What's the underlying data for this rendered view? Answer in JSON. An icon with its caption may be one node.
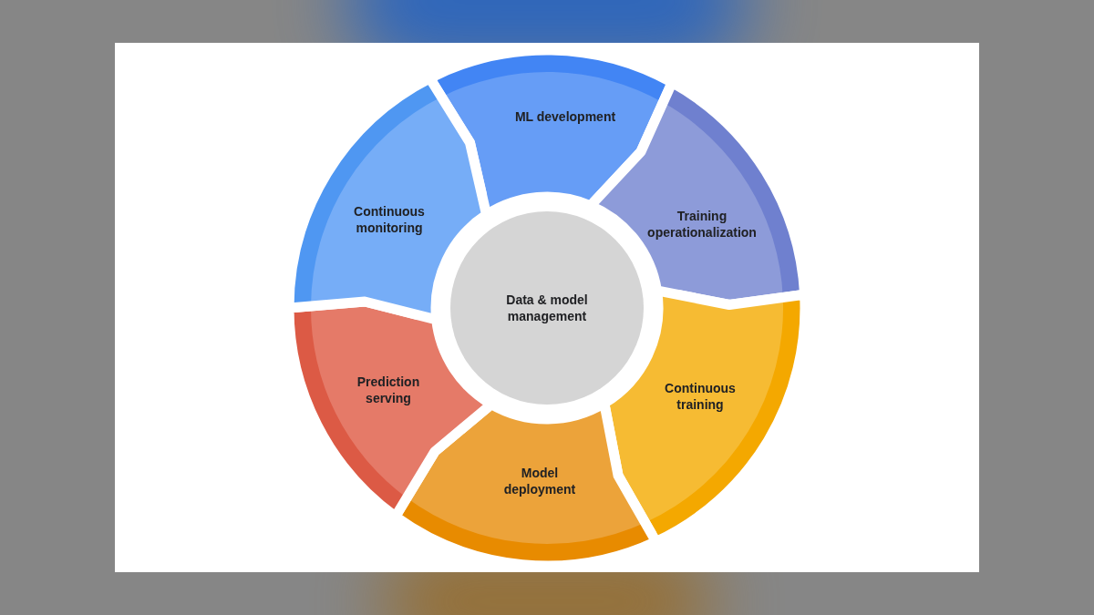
{
  "diagram": {
    "nodes": [
      {
        "text": [
          "Data & model management"
        ]
      },
      {
        "text": [
          "ML development"
        ]
      },
      {
        "text": [
          "Training operationalization"
        ]
      },
      {
        "text": [
          "Continuous training"
        ]
      },
      {
        "text": [
          "Model deployment"
        ]
      },
      {
        "text": [
          "Prediction serving"
        ]
      },
      {
        "text": [
          "Continuous monitoring"
        ]
      }
    ]
  }
}
